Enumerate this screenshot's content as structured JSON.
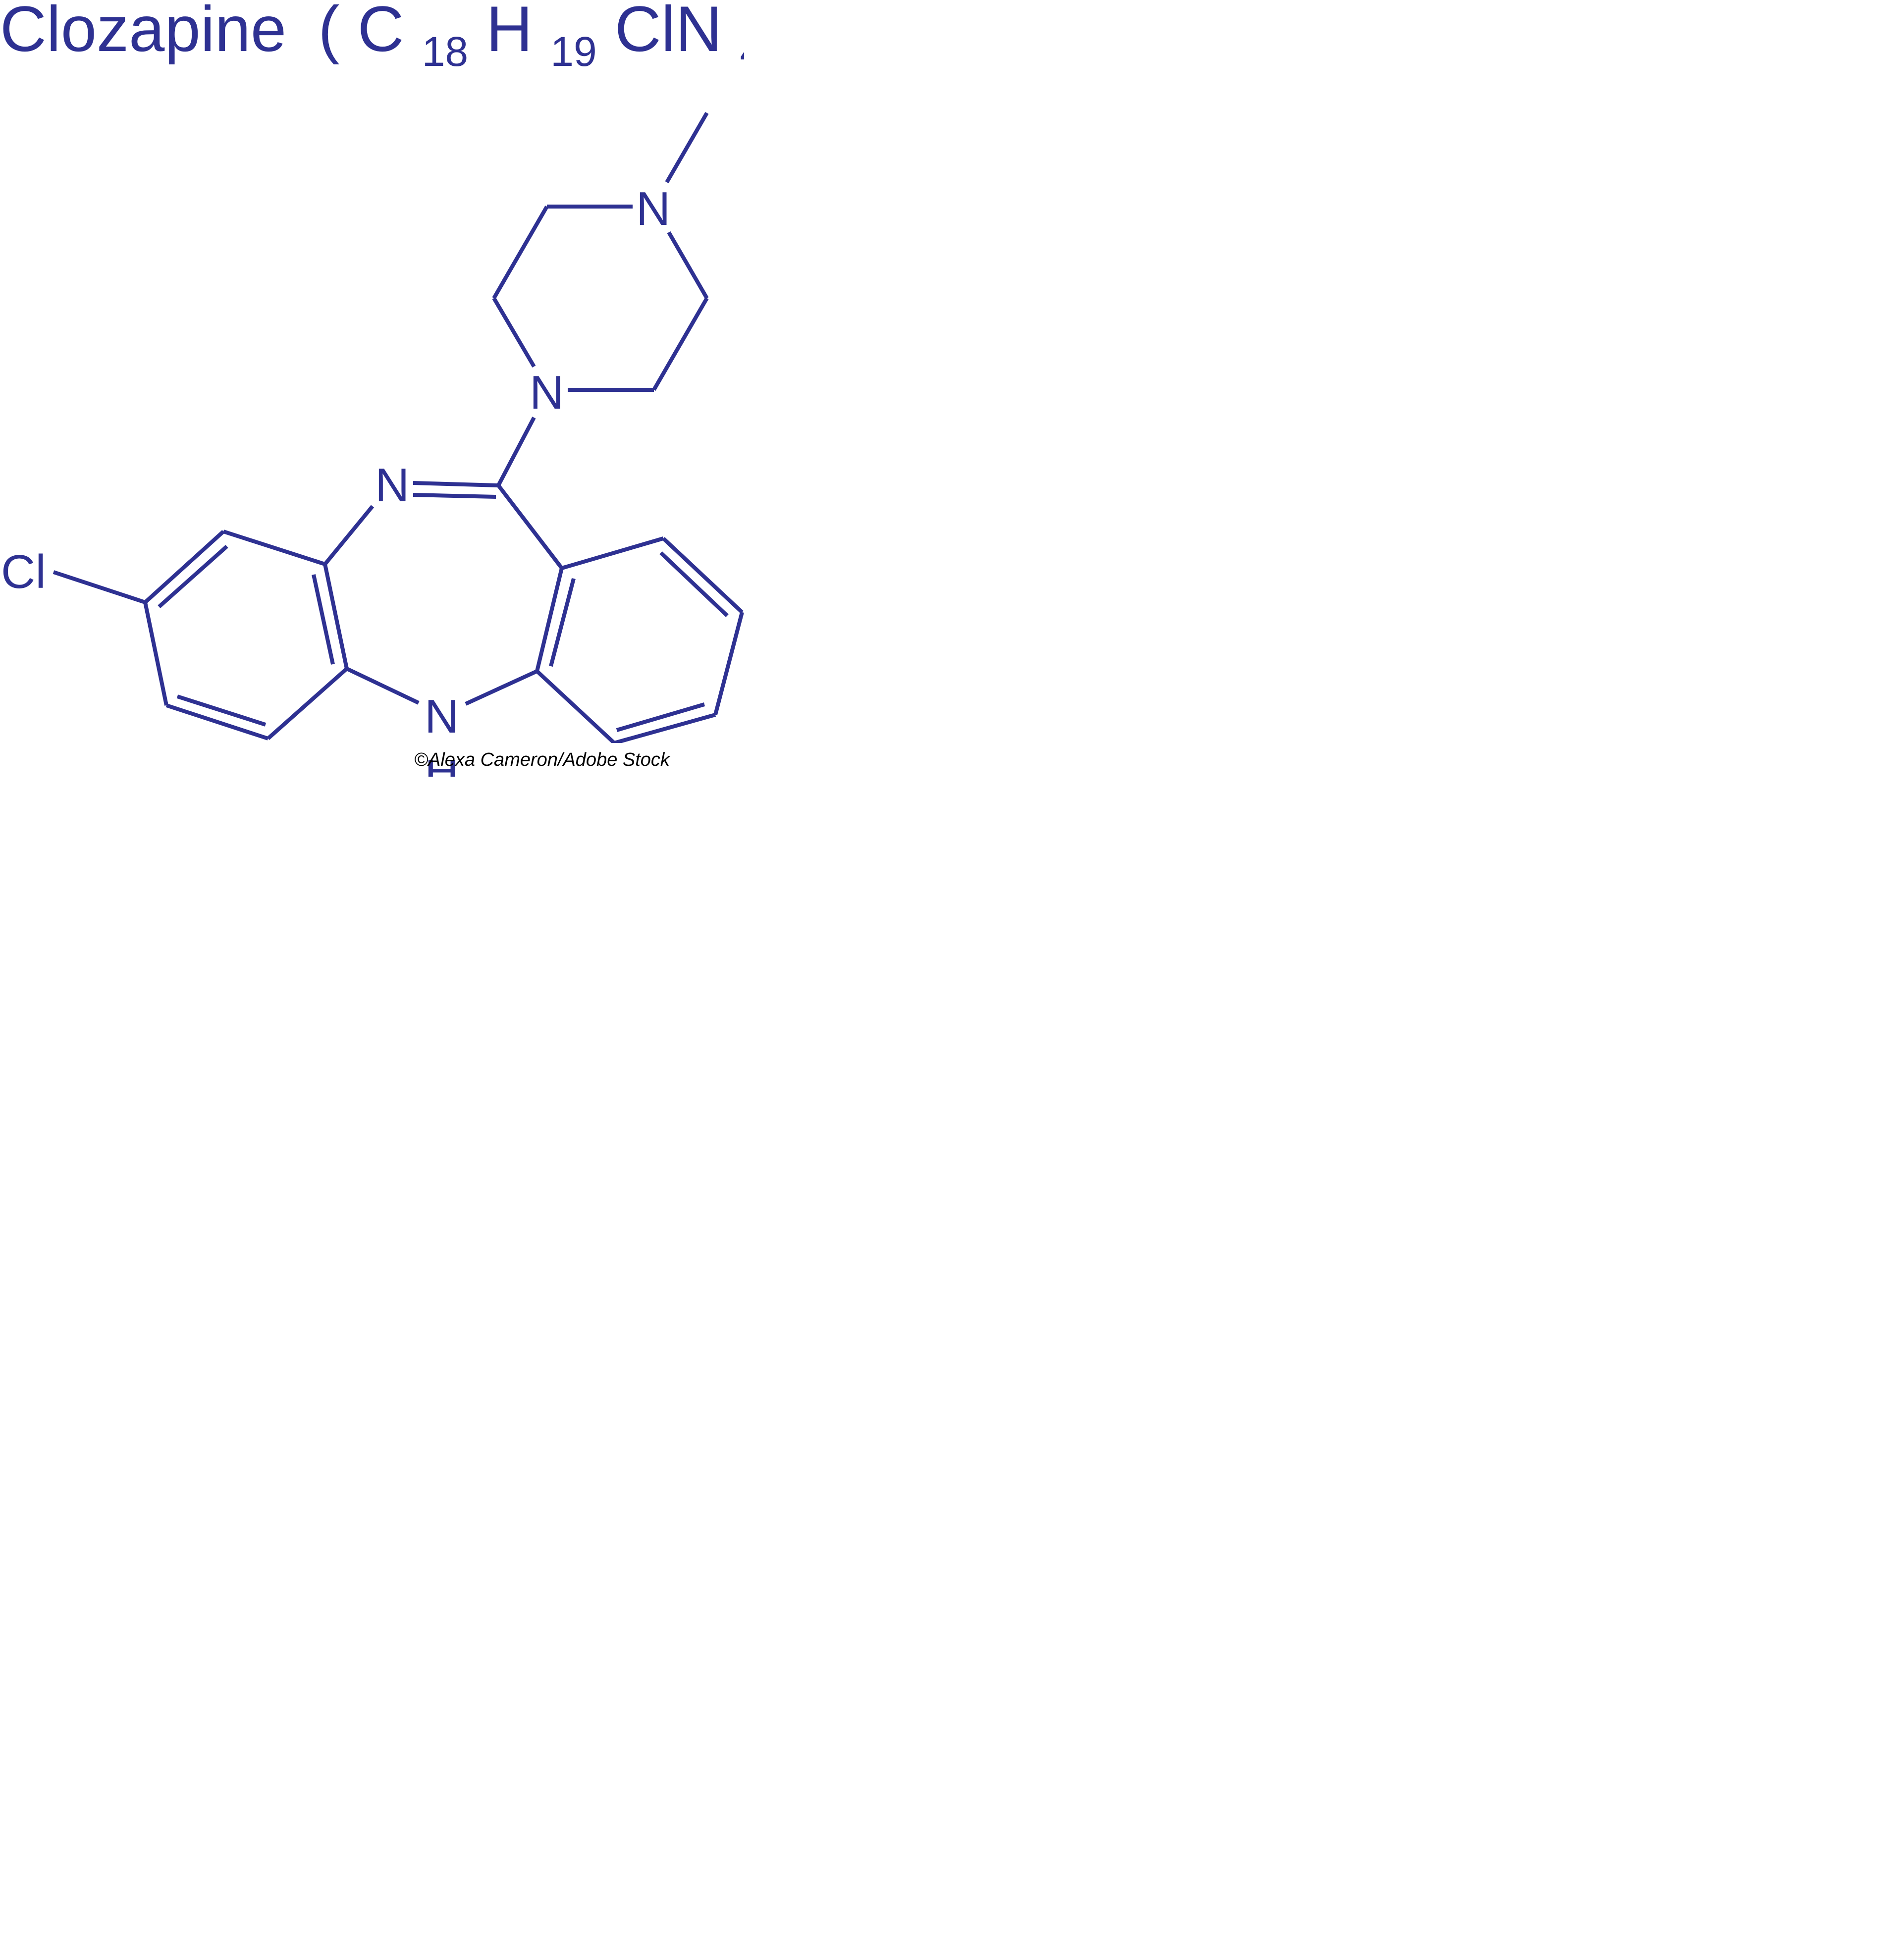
{
  "title": {
    "name": "Clozapine",
    "open_paren": "(",
    "formula_parts": [
      {
        "symbol": "C",
        "count": "18"
      },
      {
        "symbol": "H",
        "count": "19"
      },
      {
        "symbol": "ClN",
        "count": "4"
      }
    ],
    "close_paren": ")"
  },
  "atoms": {
    "n_methyl": "N",
    "n_piperazine": "N",
    "n_imine": "N",
    "n_amine": "N",
    "h_amine": "H",
    "cl": "Cl"
  },
  "credit": "©Alexa Cameron/Adobe Stock",
  "colors": {
    "structure": "#2e3192",
    "credit_text": "#000000",
    "background": "#ffffff"
  }
}
